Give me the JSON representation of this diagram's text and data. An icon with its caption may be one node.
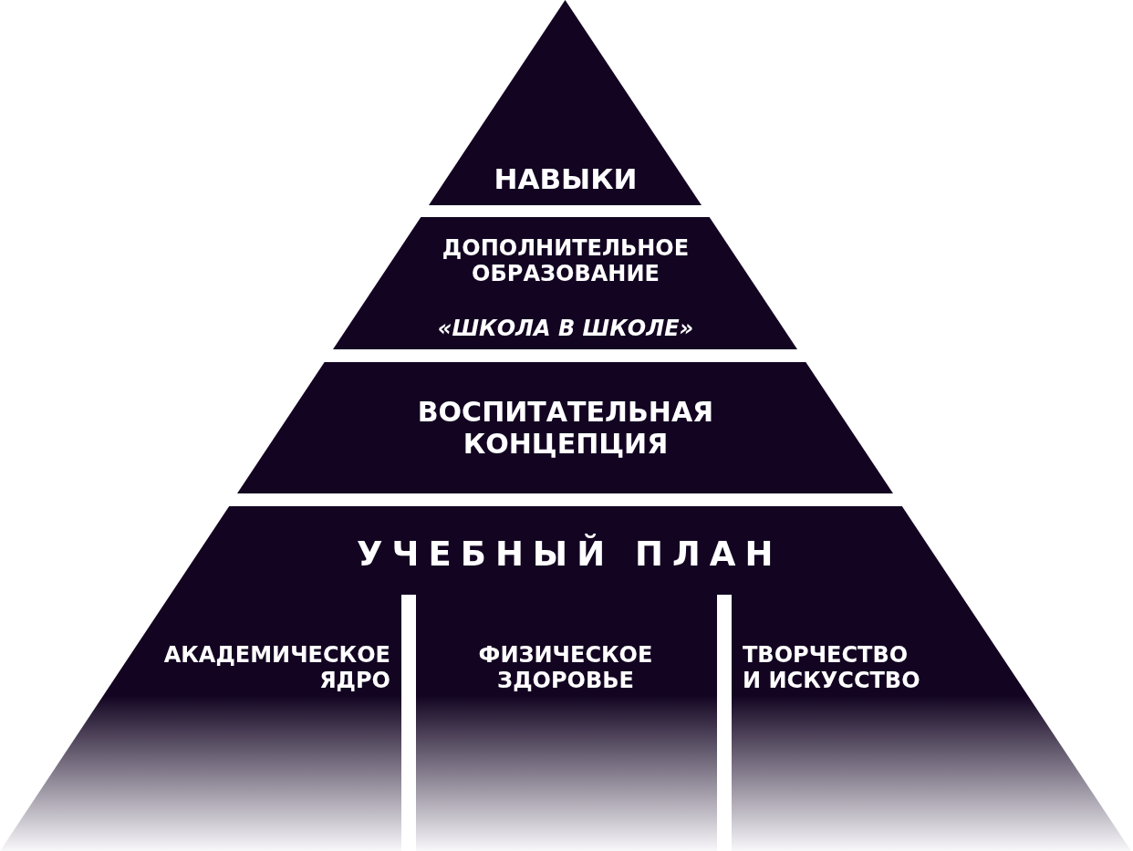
{
  "diagram": {
    "nodes": [
      {
        "text": [
          "НАВЫКИ"
        ]
      },
      {
        "text": [
          "ДОПОЛНИТЕЛЬНОЕ ОБРАЗОВАНИЕ",
          "«ШКОЛА В ШКОЛЕ»"
        ]
      },
      {
        "text": [
          "ВОСПИТАТЕЛЬНАЯ КОНЦЕПЦИЯ"
        ]
      },
      {
        "text": [
          "УЧЕБНЫЙ ПЛАН"
        ]
      },
      {
        "text": [
          "АКАДЕМИЧЕСКОЕ ЯДРО"
        ],
        "in": 3
      },
      {
        "text": [
          "ФИЗИЧЕСКОЕ ЗДОРОВЬЕ"
        ],
        "in": 3
      },
      {
        "text": [
          "ТВОРЧЕСТВО И ИСКУССТВО"
        ],
        "in": 3
      }
    ]
  }
}
